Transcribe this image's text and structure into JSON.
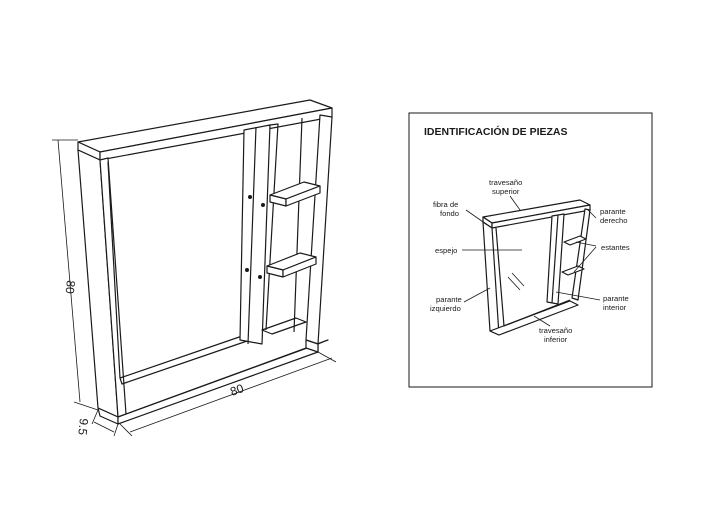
{
  "dimensions": {
    "height": "80",
    "width": "80",
    "depth": "9.5"
  },
  "legend": {
    "title": "IDENTIFICACIÓN DE PIEZAS",
    "labels": {
      "travesano_superior": [
        "travesaño",
        "superior"
      ],
      "fibra_de_fondo": [
        "fibra de",
        "fondo"
      ],
      "parante_derecho": [
        "parante",
        "derecho"
      ],
      "espejo": [
        "espejo"
      ],
      "estantes": [
        "estantes"
      ],
      "parante_izquierdo": [
        "parante",
        "izquierdo"
      ],
      "parante_interior": [
        "parante",
        "interior"
      ],
      "travesano_inferior": [
        "travesaño",
        "inferior"
      ]
    }
  }
}
